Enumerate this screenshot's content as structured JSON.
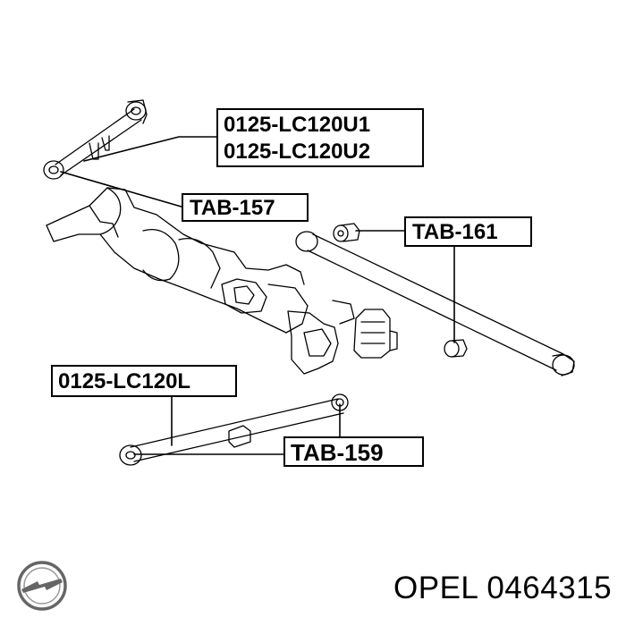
{
  "labels": {
    "upper_arm_1": "0125-LC120U1",
    "upper_arm_2": "0125-LC120U2",
    "upper_bushing": "TAB-157",
    "lateral_rod_bushing": "TAB-161",
    "lower_arm": "0125-LC120L",
    "lower_arm_bushing": "TAB-159"
  },
  "footer": {
    "brand": "OPEL",
    "part_number": "0464315",
    "logo": "opel-logo-icon"
  },
  "colors": {
    "line": "#000000",
    "background": "#ffffff"
  }
}
